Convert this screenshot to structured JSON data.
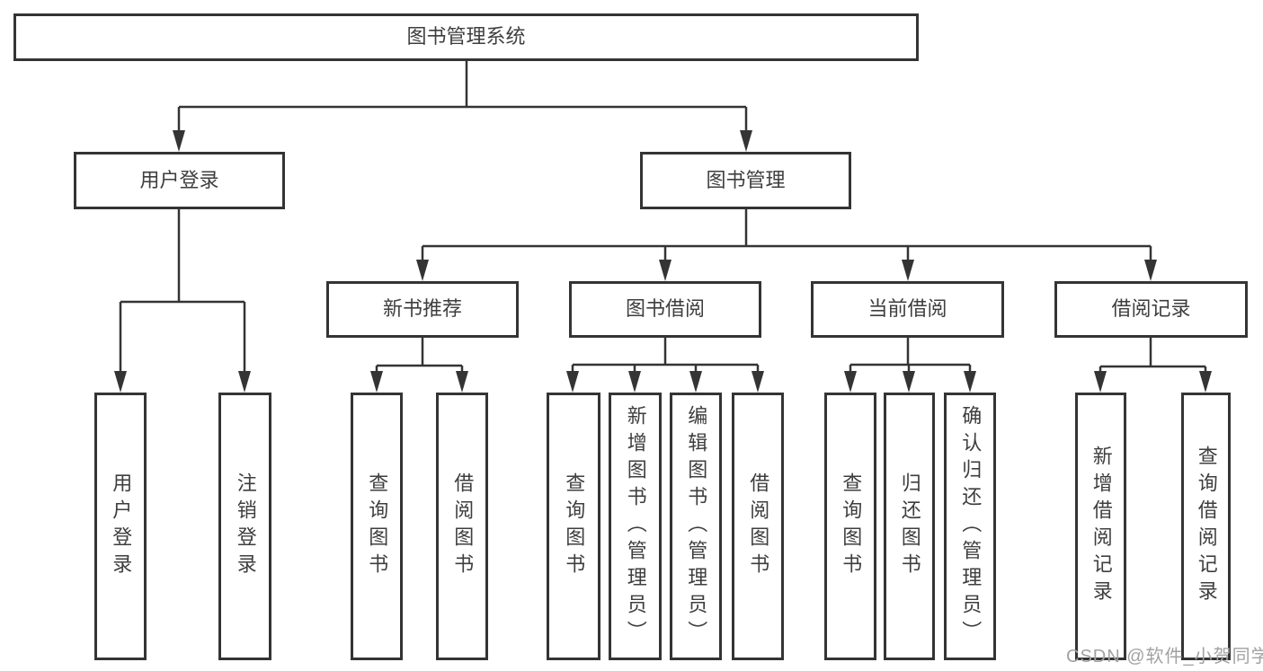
{
  "colors": {
    "line": "#343434",
    "box_border": "#343434",
    "text": "#3e3e3e",
    "background": "#ffffff",
    "watermark": "#a2a2a2"
  },
  "tree": {
    "root": {
      "label": "图书管理系统"
    },
    "branches": [
      {
        "label": "用户登录",
        "children": [
          {
            "label": "用户登录"
          },
          {
            "label": "注销登录"
          }
        ]
      },
      {
        "label": "图书管理",
        "children": [
          {
            "label": "新书推荐",
            "children": [
              {
                "label": "查询图书"
              },
              {
                "label": "借阅图书"
              }
            ]
          },
          {
            "label": "图书借阅",
            "children": [
              {
                "label": "查询图书"
              },
              {
                "label": "新增图书（管理员）"
              },
              {
                "label": "编辑图书（管理员）"
              },
              {
                "label": "借阅图书"
              }
            ]
          },
          {
            "label": "当前借阅",
            "children": [
              {
                "label": "查询图书"
              },
              {
                "label": "归还图书"
              },
              {
                "label": "确认归还（管理员）"
              }
            ]
          },
          {
            "label": "借阅记录",
            "children": [
              {
                "label": "新增借阅记录"
              },
              {
                "label": "查询借阅记录"
              }
            ]
          }
        ]
      }
    ]
  },
  "watermark": {
    "text": "CSDN @软件_小贺同学"
  }
}
